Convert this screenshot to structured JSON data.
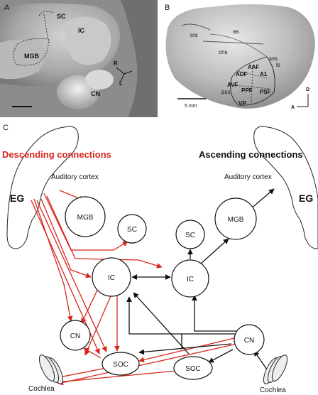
{
  "panel_a": {
    "letter": "A",
    "labels": {
      "sc": "SC",
      "ic": "IC",
      "mgb": "MGB",
      "cn": "CN",
      "r": "R",
      "l": "L"
    }
  },
  "panel_b": {
    "letter": "B",
    "labels": {
      "crs": "crs",
      "as": "as",
      "cns": "cns",
      "ls": "ls",
      "sss": "sss",
      "aaf": "AAF",
      "adf": "ADF",
      "a1": "A1",
      "avf": "AVF",
      "pss": "pss",
      "ppf": "PPF",
      "psf": "PSF",
      "vp": "VP",
      "scale": "5 mm",
      "d": "D",
      "a": "A"
    }
  },
  "panel_c": {
    "letter": "C",
    "descending_title": "Descending connections",
    "ascending_title": "Ascending connections",
    "eg_left": "EG",
    "eg_right": "EG",
    "auditory_cortex_left": "Auditory cortex",
    "auditory_cortex_right": "Auditory cortex",
    "nodes": {
      "mgb_left": "MGB",
      "sc_left": "SC",
      "ic_left": "IC",
      "cn_left": "CN",
      "soc_left": "SOC",
      "sc_right": "SC",
      "mgb_right": "MGB",
      "ic_right": "IC",
      "cn_right": "CN",
      "soc_right": "SOC"
    },
    "cochlea_left": "Cochlea",
    "cochlea_right": "Cochlea"
  },
  "colors": {
    "descending": "#d7261e",
    "ascending": "#111111"
  }
}
